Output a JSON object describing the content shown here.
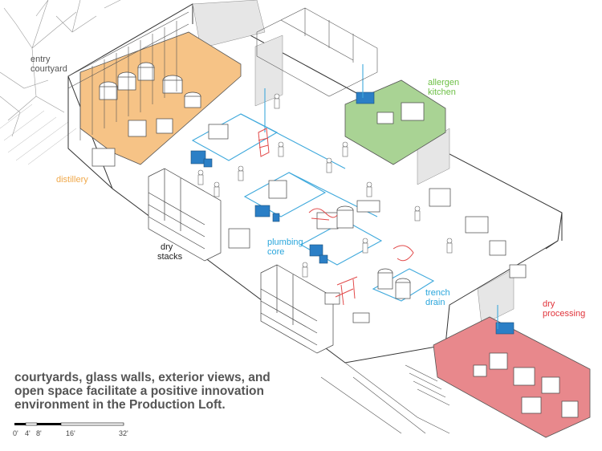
{
  "labels": {
    "entry_courtyard": [
      "entry",
      "courtyard"
    ],
    "distillery": "distillery",
    "allergen_kitchen": [
      "allergen",
      "kitchen"
    ],
    "dry_stacks": [
      "dry",
      "stacks"
    ],
    "plumbing_core": [
      "plumbing",
      "core"
    ],
    "trench_drain": [
      "trench",
      "drain"
    ],
    "dry_processing": [
      "dry",
      "processing"
    ]
  },
  "caption": [
    "courtyards, glass walls, exterior views, and",
    "open space facilitate a positive innovation",
    "environment in the Production Loft."
  ],
  "scale_bar": {
    "ticks": [
      "0'",
      "4'",
      "8'",
      "16'",
      "32'"
    ]
  },
  "colors": {
    "distillery": "#f6c386",
    "allergen_kitchen": "#a9d394",
    "dry_processing": "#e8888c",
    "plumbing": "#3fa9dc",
    "label_gray": "#555555",
    "label_orange": "#f0a84a",
    "label_green": "#6cbf45",
    "label_blue": "#2aa6dc",
    "label_red": "#e0333a",
    "equipment_blue": "#2b7fc6",
    "equipment_red": "#e24a4a"
  }
}
